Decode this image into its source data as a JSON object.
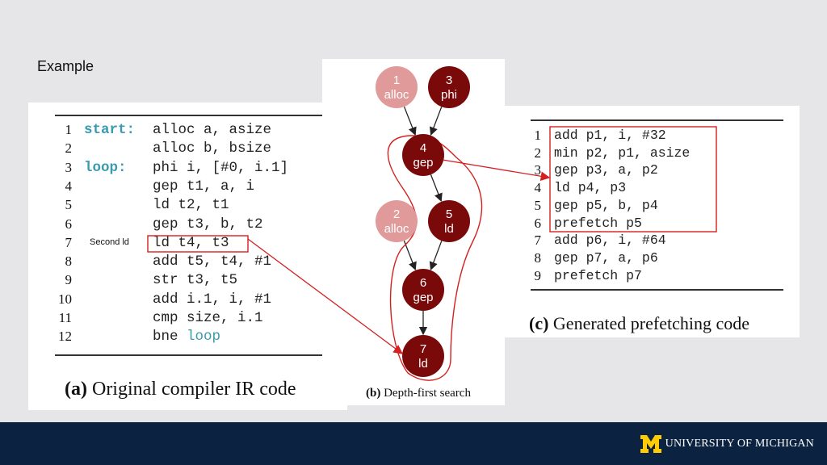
{
  "slide": {
    "title": "Example"
  },
  "panel_a": {
    "caption_label": "(a)",
    "caption_text": "Original compiler IR code",
    "annotation": "Second ld",
    "lines": [
      {
        "n": "1",
        "label": "start:",
        "code": "alloc a, asize"
      },
      {
        "n": "2",
        "label": "",
        "code": "alloc b, bsize"
      },
      {
        "n": "3",
        "label": "loop:",
        "code": "phi i, [#0, i.1]"
      },
      {
        "n": "4",
        "label": "",
        "code": "gep t1, a, i"
      },
      {
        "n": "5",
        "label": "",
        "code": "ld t2, t1"
      },
      {
        "n": "6",
        "label": "",
        "code": "gep t3, b, t2"
      },
      {
        "n": "7",
        "label": "",
        "code": "ld t4, t3"
      },
      {
        "n": "8",
        "label": "",
        "code": "add t5, t4, #1"
      },
      {
        "n": "9",
        "label": "",
        "code": "str t3, t5"
      },
      {
        "n": "10",
        "label": "",
        "code": "add i.1, i, #1"
      },
      {
        "n": "11",
        "label": "",
        "code": "cmp size, i.1"
      },
      {
        "n": "12",
        "label": "",
        "code": "bne ",
        "code_kw": "loop"
      }
    ]
  },
  "panel_b": {
    "caption_label": "(b)",
    "caption_text": "Depth-first search",
    "nodes": [
      {
        "id": "1",
        "op": "alloc",
        "style": "light"
      },
      {
        "id": "3",
        "op": "phi",
        "style": "dark"
      },
      {
        "id": "4",
        "op": "gep",
        "style": "dark"
      },
      {
        "id": "5",
        "op": "ld",
        "style": "dark"
      },
      {
        "id": "2",
        "op": "alloc",
        "style": "light"
      },
      {
        "id": "6",
        "op": "gep",
        "style": "dark"
      },
      {
        "id": "7",
        "op": "ld",
        "style": "dark"
      }
    ],
    "colors": {
      "dark": "#7a0a0a",
      "light": "#e19a9a",
      "highlight": "#d42020"
    }
  },
  "panel_c": {
    "caption_label": "(c)",
    "caption_text": "Generated prefetching code",
    "lines": [
      {
        "n": "1",
        "code": "add p1, i, #32"
      },
      {
        "n": "2",
        "code": "min p2, p1, asize"
      },
      {
        "n": "3",
        "code": "gep p3, a, p2"
      },
      {
        "n": "4",
        "code": "ld p4, p3"
      },
      {
        "n": "5",
        "code": "gep p5, b, p4"
      },
      {
        "n": "6",
        "code": "prefetch p5"
      },
      {
        "n": "7",
        "code": "add p6, i, #64"
      },
      {
        "n": "8",
        "code": "gep p7, a, p6"
      },
      {
        "n": "9",
        "code": "prefetch p7"
      }
    ]
  },
  "footer": {
    "university": "UNIVERSITY OF MICHIGAN",
    "brand_color": "#ffcb05"
  }
}
